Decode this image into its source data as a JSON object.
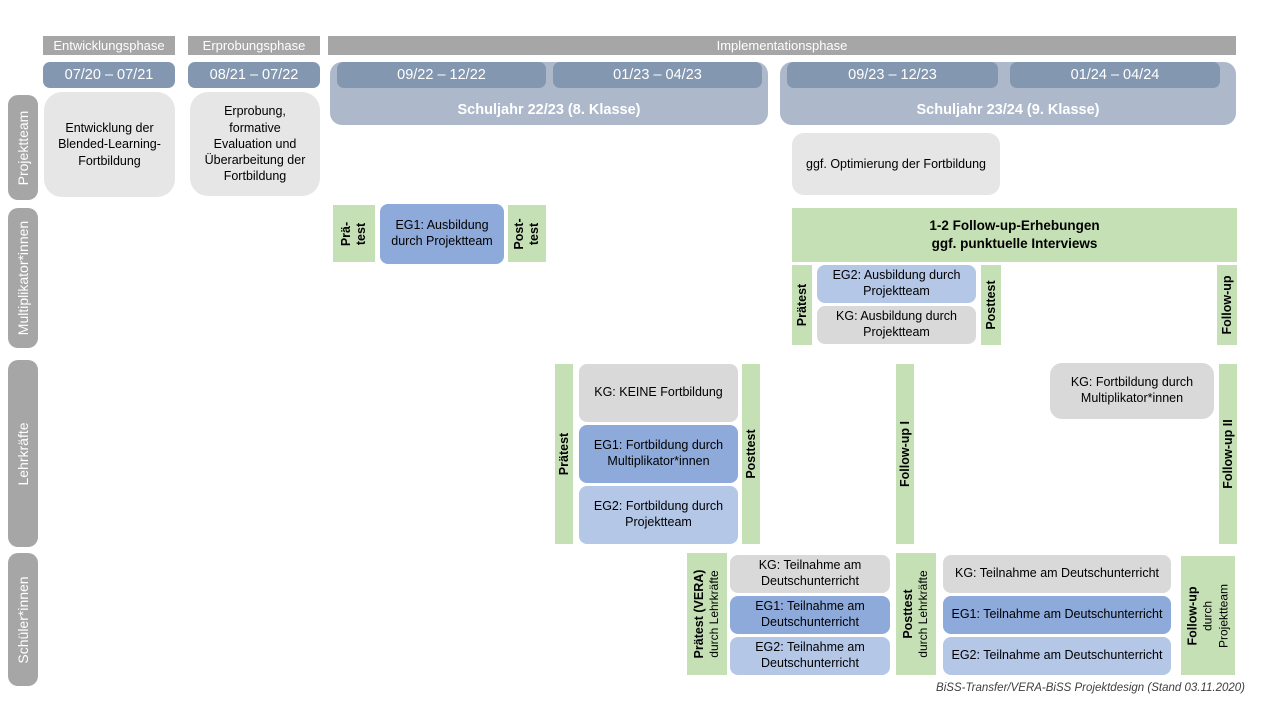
{
  "colors": {
    "header_gray": "#A6A6A6",
    "date_bar_blue": "#8497B0",
    "schuljahr_band_blue": "#ADB9CA",
    "light_gray_box": "#E7E6E6",
    "kg_gray": "#D9D9D9",
    "eg1_blue": "#8EAADB",
    "eg2_blue": "#B4C7E7",
    "green": "#C5E0B4"
  },
  "phases": {
    "entwicklung": {
      "label": "Entwicklungsphase",
      "date": "07/20 – 07/21"
    },
    "erprobung": {
      "label": "Erprobungsphase",
      "date": "08/21 – 07/22"
    },
    "implementation": {
      "label": "Implementationsphase",
      "schuljahr1": {
        "label": "Schuljahr 22/23 (8. Klasse)",
        "date1": "09/22 – 12/22",
        "date2": "01/23 – 04/23"
      },
      "schuljahr2": {
        "label": "Schuljahr 23/24 (9. Klasse)",
        "date1": "09/23 – 12/23",
        "date2": "01/24 – 04/24"
      }
    }
  },
  "sidebar": {
    "projektteam": "Projektteam",
    "multiplikatoren": "Multiplikator*innen",
    "lehrkraefte": "Lehrkräfte",
    "schueler": "Schüler*innen"
  },
  "projektteam": {
    "entwicklung_box": "Entwicklung der Blended-Learning-Fortbildung",
    "erprobung_box": "Erprobung, formative Evaluation und Überarbeitung der Fortbildung",
    "optimierung_box": "ggf. Optimierung der Fortbildung"
  },
  "multiplikatoren": {
    "praetest1": "Prä-\ntest",
    "eg1_box": "EG1: Ausbildung durch Projektteam",
    "posttest1": "Post-\ntest",
    "followup_box": "1-2 Follow-up-Erhebungen\nggf. punktuelle Interviews",
    "praetest2": "Prätest",
    "eg2_box": "EG2: Ausbildung durch Projektteam",
    "kg_box": "KG: Ausbildung durch Projektteam",
    "posttest2": "Posttest",
    "followup_bar": "Follow-up"
  },
  "lehrkraefte": {
    "praetest": "Prätest",
    "kg_box": "KG: KEINE Fortbildung",
    "eg1_box": "EG1: Fortbildung durch Multiplikator*innen",
    "eg2_box": "EG2: Fortbildung durch Projektteam",
    "posttest": "Posttest",
    "followup1": "Follow-up I",
    "kg_followup_box": "KG: Fortbildung durch Multiplikator*innen",
    "followup2": "Follow-up II"
  },
  "schueler": {
    "praetest_main": "Prätest (VERA)",
    "praetest_sub": "durch Lehrkräfte",
    "kg_box1": "KG: Teilnahme am Deutschunterricht",
    "eg1_box1": "EG1: Teilnahme am Deutschunterricht",
    "eg2_box1": "EG2: Teilnahme am Deutschunterricht",
    "posttest_main": "Posttest",
    "posttest_sub": "durch Lehrkräfte",
    "kg_box2": "KG: Teilnahme am Deutschunterricht",
    "eg1_box2": "EG1: Teilnahme am Deutschunterricht",
    "eg2_box2": "EG2: Teilnahme am Deutschunterricht",
    "followup_main": "Follow-up",
    "followup_sub1": "durch",
    "followup_sub2": "Projektteam"
  },
  "footer": "BiSS-Transfer/VERA-BiSS Projektdesign (Stand 03.11.2020)"
}
